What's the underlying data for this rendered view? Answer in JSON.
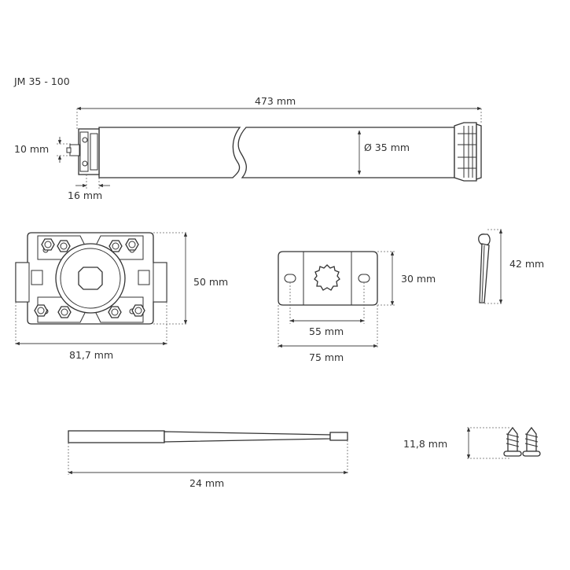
{
  "model": "JM 35 - 100",
  "dims": {
    "motor_length": "473 mm",
    "motor_diameter": "Ø 35 mm",
    "pin_height": "10 mm",
    "head_length": "16 mm",
    "bracket_height": "50 mm",
    "bracket_width": "81,7 mm",
    "plate_height": "30 mm",
    "plate_hole_spacing": "55 mm",
    "plate_width": "75 mm",
    "split_pin_length": "42 mm",
    "screw_length": "11,8 mm",
    "cable_length": "24 mm"
  }
}
